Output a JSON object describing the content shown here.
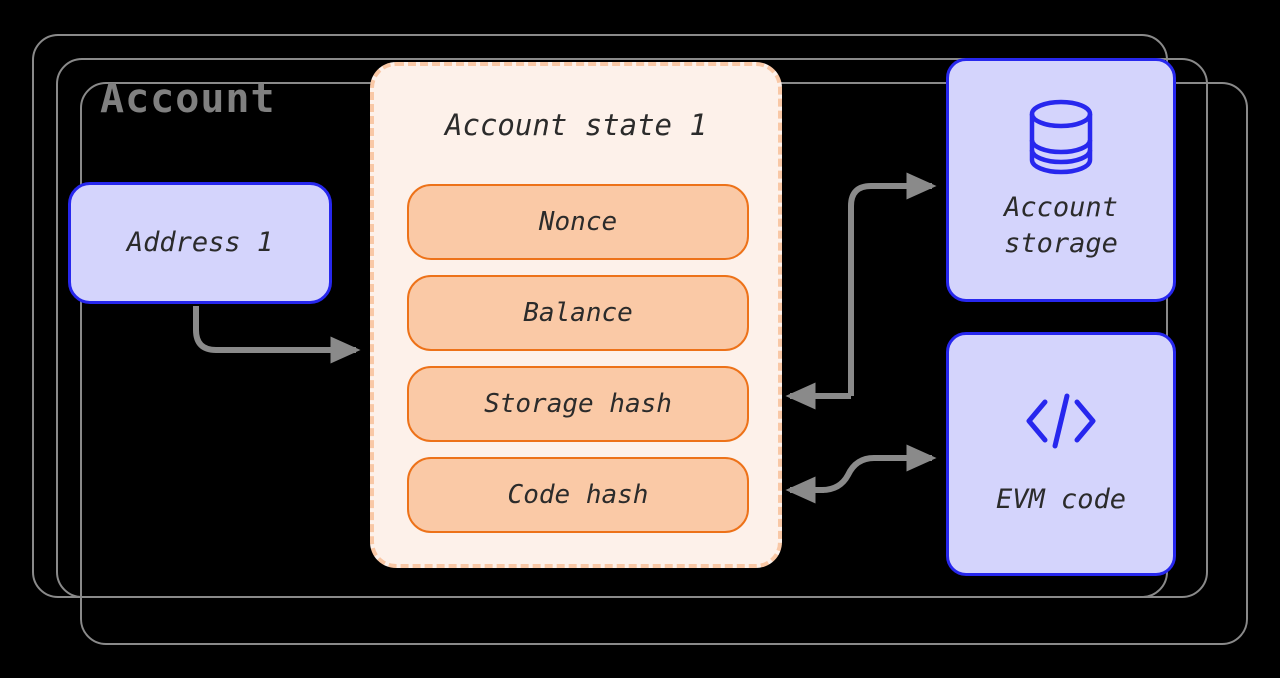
{
  "diagram": {
    "title": "Account",
    "card_stack": {
      "count": 3,
      "border_color": "#8a8a8a"
    },
    "address_box": {
      "label": "Address 1",
      "fill": "#d4d4fc",
      "border": "#2727ee"
    },
    "account_state": {
      "title": "Account state 1",
      "fill": "#fdf1ea",
      "border": "#f9c8a6",
      "fields": [
        {
          "label": "Nonce"
        },
        {
          "label": "Balance"
        },
        {
          "label": "Storage hash"
        },
        {
          "label": "Code hash"
        }
      ],
      "field_fill": "#fac9a6",
      "field_border": "#ed7219"
    },
    "side_boxes": [
      {
        "label": "Account\nstorage",
        "icon": "database-icon",
        "fill": "#d4d4fc",
        "border": "#2727ee"
      },
      {
        "label": "EVM code",
        "icon": "code-brackets-icon",
        "fill": "#d4d4fc",
        "border": "#2727ee"
      }
    ],
    "connectors": [
      {
        "name": "address-to-account-state",
        "direction": "right"
      },
      {
        "name": "storage-hash-to-account-storage",
        "direction": "right"
      },
      {
        "name": "account-storage-to-storage-hash",
        "direction": "left"
      },
      {
        "name": "code-hash-to-evm-code",
        "direction": "right"
      },
      {
        "name": "evm-code-to-code-hash",
        "direction": "left"
      }
    ],
    "arrow_color": "#8a8a8a",
    "title_color": "#808080",
    "text_color": "#2b2b2b"
  }
}
